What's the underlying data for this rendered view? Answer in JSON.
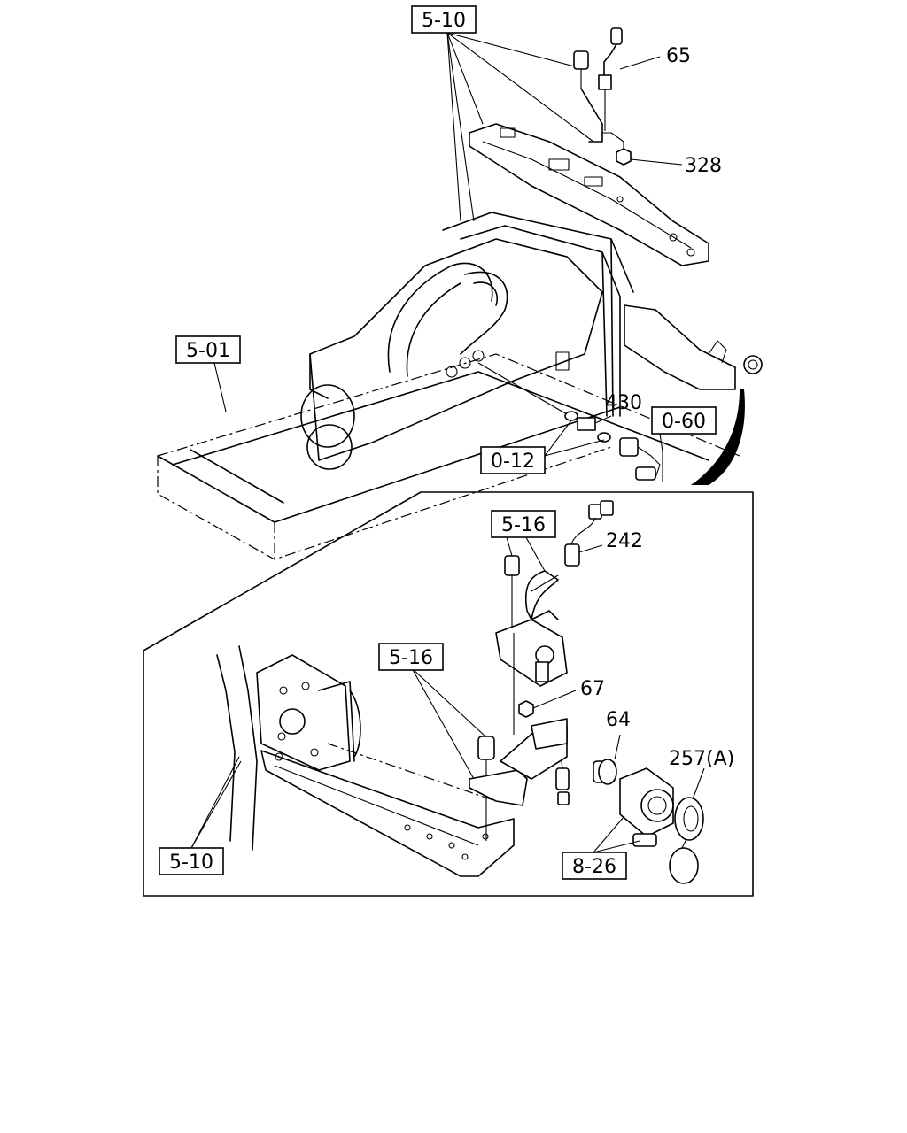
{
  "callouts": {
    "ref_5_10_top": "5-10",
    "ref_5_01": "5-01",
    "ref_0_12": "0-12",
    "ref_0_60": "0-60",
    "ref_5_16_upper": "5-16",
    "ref_5_16_lower": "5-16",
    "ref_5_10_bottom": "5-10",
    "ref_8_26": "8-26"
  },
  "part_numbers": {
    "p65": "65",
    "p328": "328",
    "p430": "430",
    "p242": "242",
    "p67": "67",
    "p64": "64",
    "p257": "257(A)"
  }
}
